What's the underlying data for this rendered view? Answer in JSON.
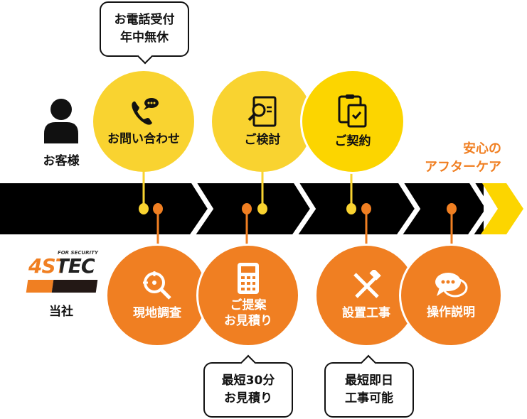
{
  "customer": {
    "label": "お客様",
    "icon": "person-icon"
  },
  "company": {
    "label": "当社",
    "logo_text": "4STEC",
    "logo_sub": "FOR SECURITY"
  },
  "aftercare": {
    "line1": "安心の",
    "line2": "アフターケア"
  },
  "customer_steps": [
    {
      "label": "お問い合わせ",
      "icon": "phone-chat-icon"
    },
    {
      "label": "ご検討",
      "icon": "document-search-icon"
    },
    {
      "label": "ご契約",
      "icon": "clipboard-check-icon"
    }
  ],
  "company_steps": [
    {
      "label": "現地調査",
      "icon": "search-target-icon"
    },
    {
      "label1": "ご提案",
      "label2": "お見積り",
      "icon": "calculator-icon"
    },
    {
      "label": "設置工事",
      "icon": "tools-icon"
    },
    {
      "label": "操作説明",
      "icon": "speech-bubbles-icon"
    }
  ],
  "callouts": {
    "phone": {
      "line1": "お電話受付",
      "line2": "年中無休"
    },
    "estimate": {
      "line1": "最短30分",
      "line2": "お見積り"
    },
    "install": {
      "line1": "最短即日",
      "line2": "工事可能"
    }
  },
  "colors": {
    "yellow": "#f9d330",
    "yellow_bright": "#fcd500",
    "orange": "#f07f22",
    "black": "#000000"
  }
}
